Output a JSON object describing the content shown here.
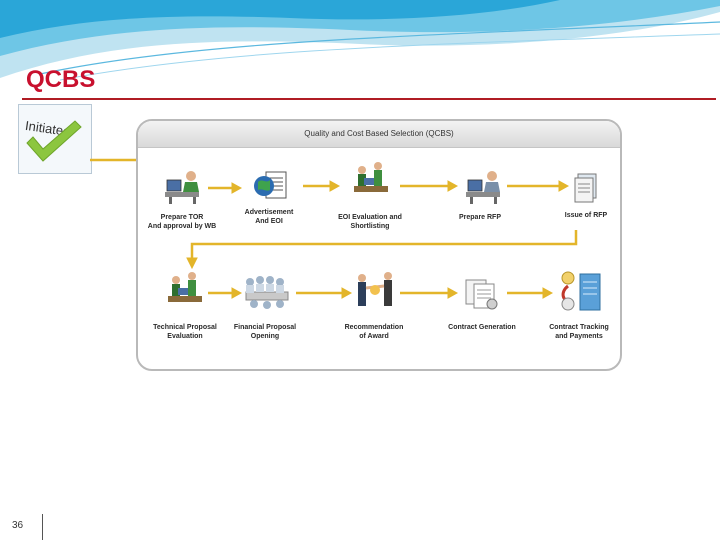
{
  "slide": {
    "title": "QCBS",
    "page_number": "36"
  },
  "badge": {
    "text": "Initiated"
  },
  "diagram": {
    "title": "Quality and Cost Based Selection (QCBS)",
    "steps": [
      {
        "label": "Prepare TOR\nAnd approval by WB",
        "icon": "person-at-desk-icon"
      },
      {
        "label": "Advertisement\nAnd EOI",
        "icon": "globe-document-icon"
      },
      {
        "label": "EOI Evaluation and\nShortlisting",
        "icon": "team-meeting-icon"
      },
      {
        "label": "Prepare RFP",
        "icon": "person-at-desk-icon"
      },
      {
        "label": "Issue of RFP",
        "icon": "document-stack-icon"
      },
      {
        "label": "Technical Proposal\nEvaluation",
        "icon": "team-meeting-icon"
      },
      {
        "label": "Financial Proposal\nOpening",
        "icon": "group-table-icon"
      },
      {
        "label": "Recommendation\nof Award",
        "icon": "handshake-icon"
      },
      {
        "label": "Contract Generation",
        "icon": "documents-seal-icon"
      },
      {
        "label": "Contract Tracking\nand Payments",
        "icon": "server-tracking-icon"
      }
    ]
  },
  "colors": {
    "title": "#c8102e",
    "rule": "#b01c24",
    "arrow": "#e3b52a",
    "check": "#8cc63f"
  }
}
